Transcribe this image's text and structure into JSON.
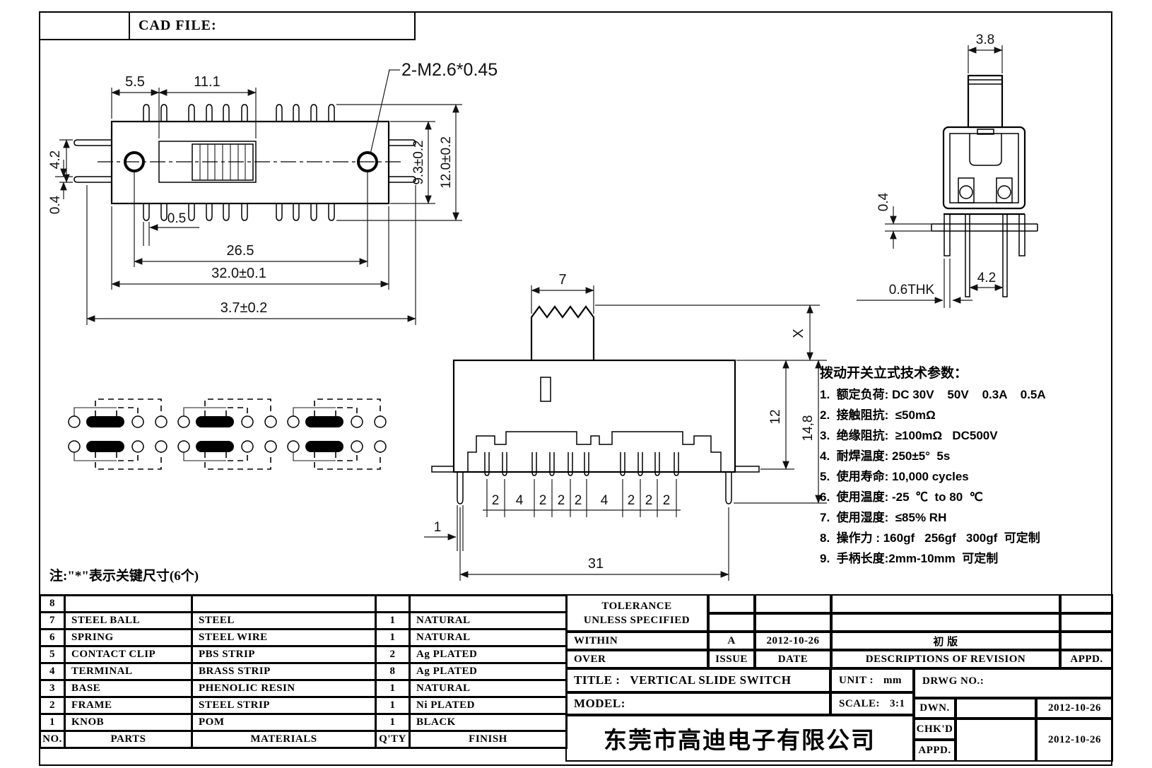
{
  "header": {
    "cad_file": "CAD FILE:"
  },
  "top_view": {
    "dim_5_5": "5.5",
    "dim_11_1": "11.1",
    "thread_callout": "2-M2.6*0.45",
    "dim_4_2": "4.2",
    "dim_0_4": "0.4",
    "dim_0_5": "0.5",
    "dim_26_5": "26.5",
    "dim_32": "32.0±0.1",
    "dim_3_7": "3.7±0.2",
    "dim_9_3": "9.3±0.2",
    "dim_12": "12.0±0.2"
  },
  "front_view": {
    "dim_7": "7",
    "dim_x": "X",
    "dim_12": "12",
    "dim_14_8": "14,8",
    "dim_1": "1",
    "dim_31": "31",
    "pitch": [
      "2",
      "4",
      "2",
      "2",
      "2",
      "4",
      "2",
      "2",
      "2"
    ]
  },
  "side_view": {
    "dim_3_8": "3.8",
    "dim_0_4": "0.4",
    "dim_4_2": "4.2",
    "dim_0_6": "0.6THK"
  },
  "specs": {
    "title": "拨动开关立式技术参数：",
    "items": [
      "1.  额定负荷: DC 30V    50V    0.3A    0.5A",
      "2.  接触阻抗:  ≤50mΩ",
      "3.  绝缘阻抗:  ≥100mΩ   DC500V",
      "4.  耐焊温度: 250±5°  5s",
      "5.  使用寿命: 10,000 cycles",
      "6.  使用温度: -25  ℃  to 80  ℃",
      "7.  使用湿度:  ≤85% RH",
      "8.  操作力 : 160gf   256gf   300gf  可定制",
      "9.  手柄长度:2mm-10mm  可定制"
    ]
  },
  "note": "注:\"*\"表示关键尺寸(6个)",
  "parts_table": {
    "headers": {
      "no": "NO.",
      "parts": "PARTS",
      "materials": "MATERIALS",
      "qty": "Q'TY",
      "finish": "FINISH"
    },
    "rows": [
      {
        "no": "8",
        "part": "",
        "material": "",
        "qty": "",
        "finish": ""
      },
      {
        "no": "7",
        "part": "STEEL BALL",
        "material": "STEEL",
        "qty": "1",
        "finish": "NATURAL"
      },
      {
        "no": "6",
        "part": "SPRING",
        "material": "STEEL WIRE",
        "qty": "1",
        "finish": "NATURAL"
      },
      {
        "no": "5",
        "part": "CONTACT CLIP",
        "material": "PBS STRIP",
        "qty": "2",
        "finish": "Ag PLATED"
      },
      {
        "no": "4",
        "part": "TERMINAL",
        "material": "BRASS STRIP",
        "qty": "8",
        "finish": "Ag PLATED"
      },
      {
        "no": "3",
        "part": "BASE",
        "material": "PHENOLIC RESIN",
        "qty": "1",
        "finish": "NATURAL"
      },
      {
        "no": "2",
        "part": "FRAME",
        "material": "STEEL STRIP",
        "qty": "1",
        "finish": "Ni PLATED"
      },
      {
        "no": "1",
        "part": "KNOB",
        "material": "POM",
        "qty": "1",
        "finish": "BLACK"
      }
    ]
  },
  "revision": {
    "tolerance": "TOLERANCE",
    "unless": "UNLESS  SPECIFIED",
    "within": "WITHIN",
    "over": "OVER",
    "issue_value": "A",
    "issue_label": "ISSUE",
    "date_value": "2012-10-26",
    "date_label": "DATE",
    "revision_value": "初 版",
    "desc_label": "DESCRIPTIONS OF REVISION",
    "appd_label": "APPD."
  },
  "title_block": {
    "title_label": "TITLE :",
    "title_value": "VERTICAL SLIDE SWITCH",
    "unit_label": "UNIT :",
    "unit_value": "mm",
    "model_label": "MODEL:",
    "scale_label": "SCALE:",
    "scale_value": "3:1",
    "drwg_label": "DRWG NO.:",
    "company": "东莞市高迪电子有限公司",
    "dwn_label": "DWN.",
    "chkd_label": "CHK'D",
    "appd_label": "APPD.",
    "dwn_date": "2012-10-26",
    "chk_date": "2012-10-26"
  }
}
